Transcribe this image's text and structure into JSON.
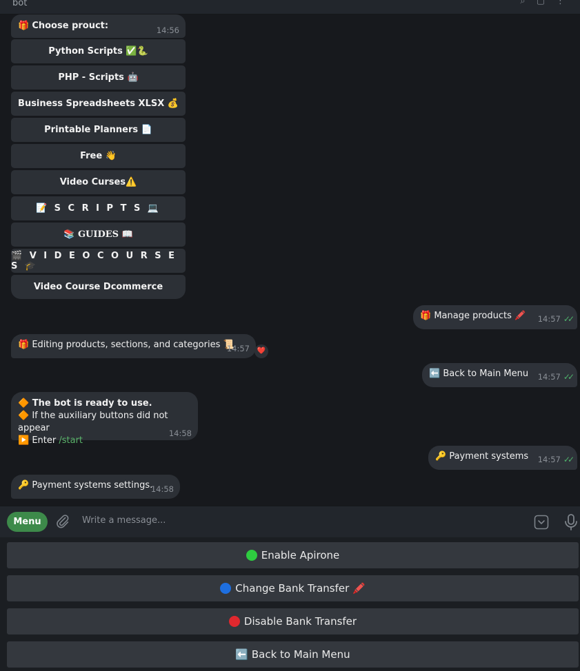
{
  "header": {
    "title": "bot"
  },
  "choose_message": {
    "icon": "🎁",
    "text": "Choose prouct:",
    "time": "14:56"
  },
  "inline_buttons": [
    {
      "label": "Python Scripts ✅🐍"
    },
    {
      "label": "PHP - Scripts 🤖"
    },
    {
      "label": "Business Spreadsheets XLSX 💰"
    },
    {
      "label": "Printable Planners 📄"
    },
    {
      "label": "Free 👋"
    },
    {
      "label": "Video Curses⚠️"
    },
    {
      "label": "📝 S C R I P T S 💻"
    },
    {
      "label": "📚 𝐆𝐔𝐈𝐃𝐄𝐒 📖"
    },
    {
      "label": "🎬 V I D E O C O U R S E S 🎓"
    },
    {
      "label": "Video Course Dcommerce"
    }
  ],
  "messages": {
    "manage_products": {
      "text": "🎁 Manage products 🖍️",
      "time": "14:57"
    },
    "editing": {
      "text": "🎁 Editing products, sections, and categories 📜",
      "time": "14:57",
      "reaction": "❤️"
    },
    "back_main_out": {
      "text": "⬅️ Back to Main Menu",
      "time": "14:57"
    },
    "bot_ready": {
      "line1": "🔶 The bot is ready to use.",
      "line2": "🔶 If the auxiliary buttons did not appear",
      "line3_prefix": "▶️ Enter ",
      "line3_link": "/start",
      "time": "14:58"
    },
    "payment_out": {
      "text": "🔑 Payment systems",
      "time": "14:57"
    },
    "payment_in": {
      "text": "🔑 Payment systems settings.",
      "time": "14:58"
    }
  },
  "input": {
    "menu_label": "Menu",
    "placeholder": "Write a message..."
  },
  "keyboard": [
    {
      "dot_color": "#2ecc40",
      "label": "Enable Apirone"
    },
    {
      "dot_color": "#1e6fe0",
      "label": "Change Bank Transfer 🖍️"
    },
    {
      "dot_color": "#e0282e",
      "label": "Disable Bank Transfer"
    },
    {
      "label": "⬅️ Back to Main Menu"
    }
  ],
  "colors": {
    "accent_green": "#3d8a4a",
    "checks_green": "#4fb36b",
    "link_green": "#5ab36a"
  }
}
